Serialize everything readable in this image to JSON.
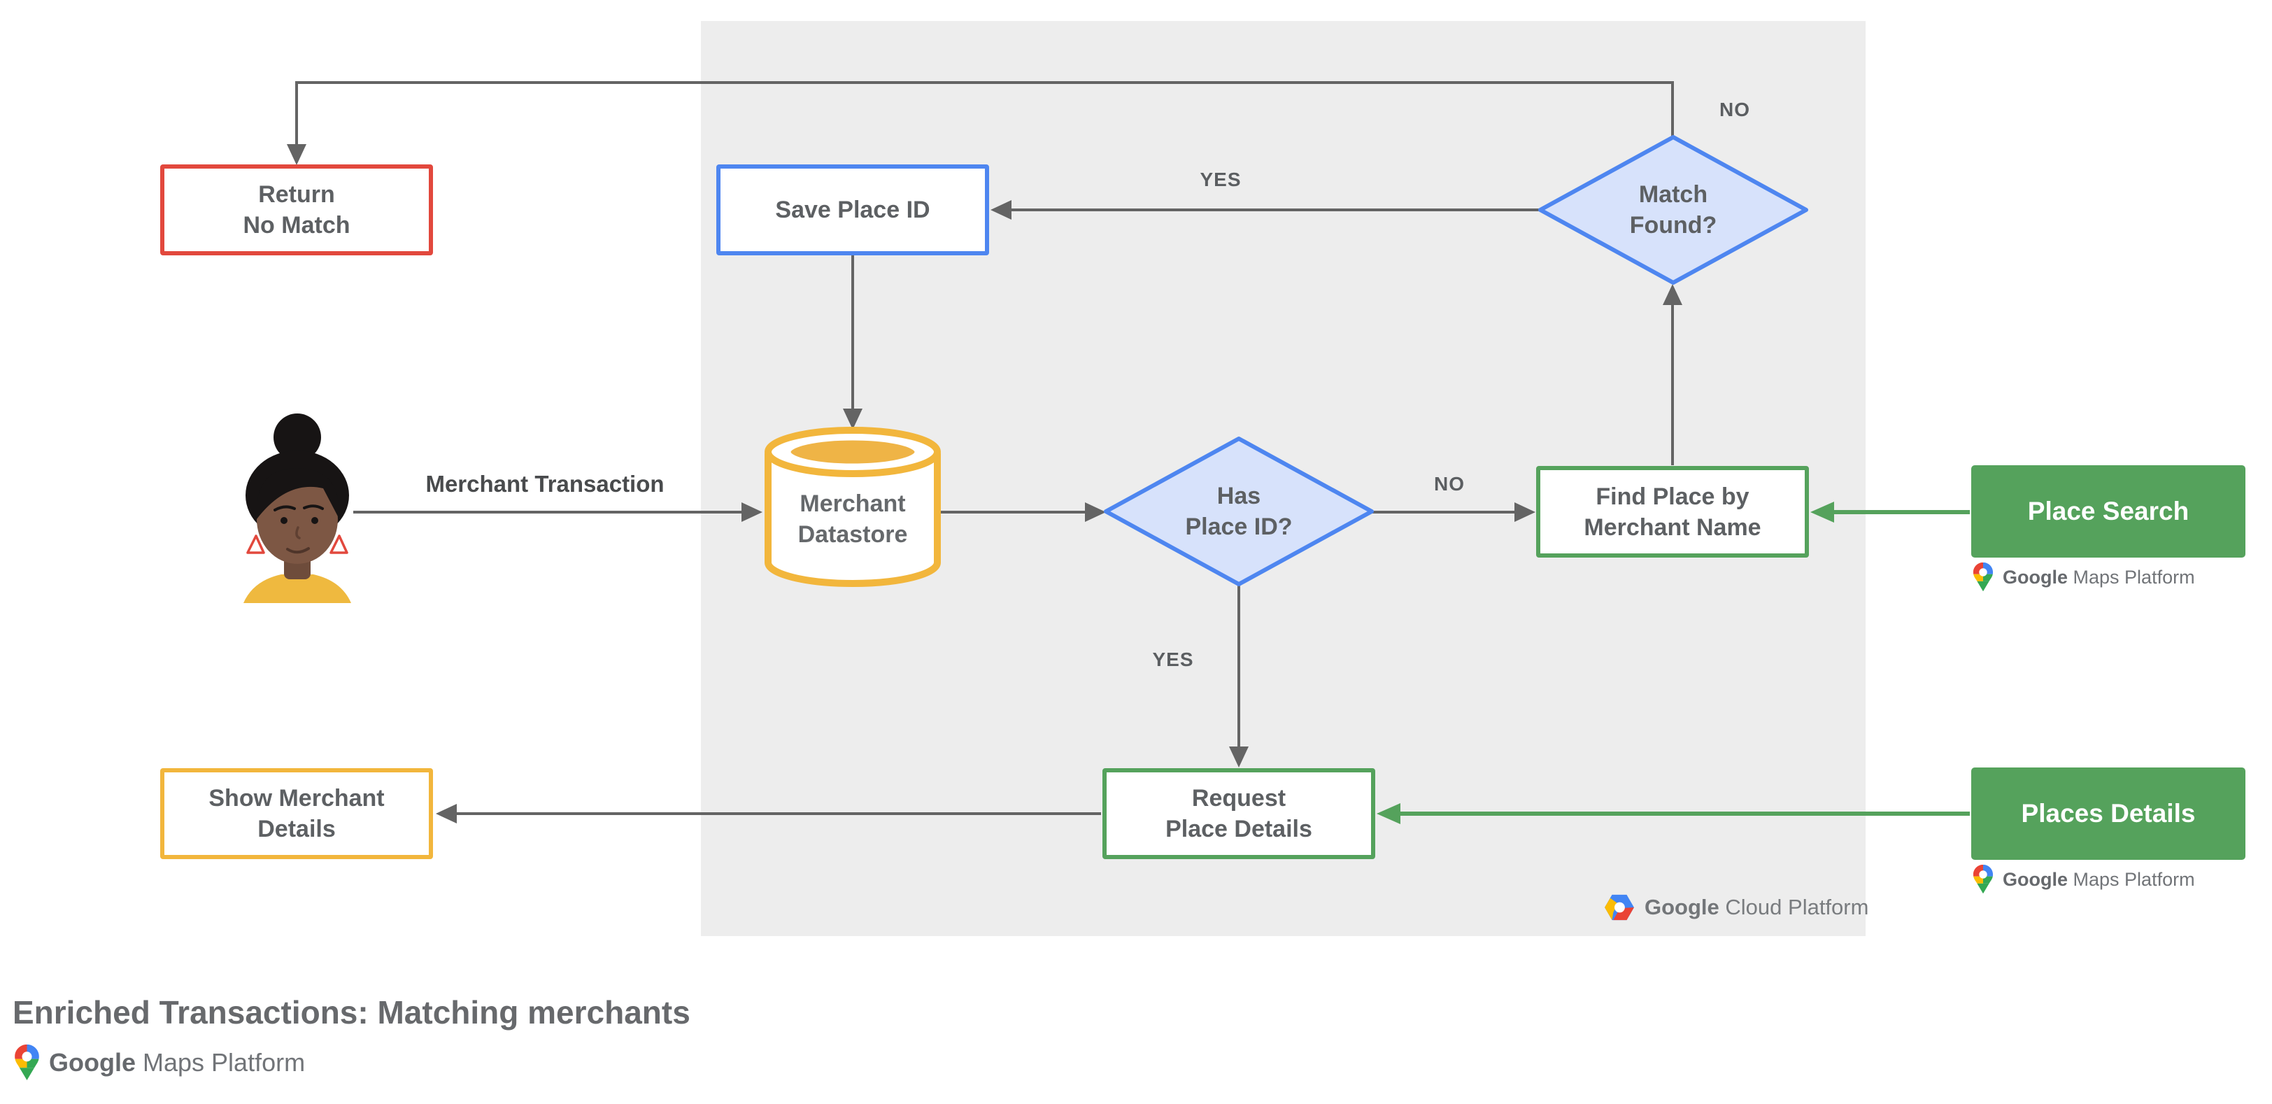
{
  "title": "Enriched Transactions: Matching merchants",
  "colors": {
    "red": "#E2483D",
    "blue_border": "#4E86F0",
    "blue_fill": "#D7E2FB",
    "yellow": "#F2B63C",
    "amber": "#EFB446",
    "green": "#55A25C",
    "arrow_gray": "#646464",
    "panel_gray": "#EDEDED",
    "text_gray": "#5D6063"
  },
  "nodes": {
    "return_no_match": {
      "line1": "Return",
      "line2": "No Match"
    },
    "save_place_id": {
      "line1": "Save Place ID"
    },
    "match_found": {
      "line1": "Match",
      "line2": "Found?"
    },
    "merchant_datastore": {
      "line1": "Merchant",
      "line2": "Datastore"
    },
    "has_place_id": {
      "line1": "Has",
      "line2": "Place ID?"
    },
    "find_place": {
      "line1": "Find Place by",
      "line2": "Merchant Name"
    },
    "request_place_details": {
      "line1": "Request",
      "line2": "Place Details"
    },
    "show_merchant_details": {
      "line1": "Show Merchant",
      "line2": "Details"
    },
    "place_search": {
      "label": "Place Search"
    },
    "places_details": {
      "label": "Places Details"
    }
  },
  "edge_labels": {
    "no_top": "NO",
    "yes_to_save": "YES",
    "no_to_find": "NO",
    "yes_to_request": "YES",
    "merchant_transaction": "Merchant Transaction"
  },
  "logos": {
    "gmp_google": "Google",
    "gmp_rest": "Maps Platform",
    "gcp_google": "Google",
    "gcp_rest": "Cloud Platform"
  }
}
